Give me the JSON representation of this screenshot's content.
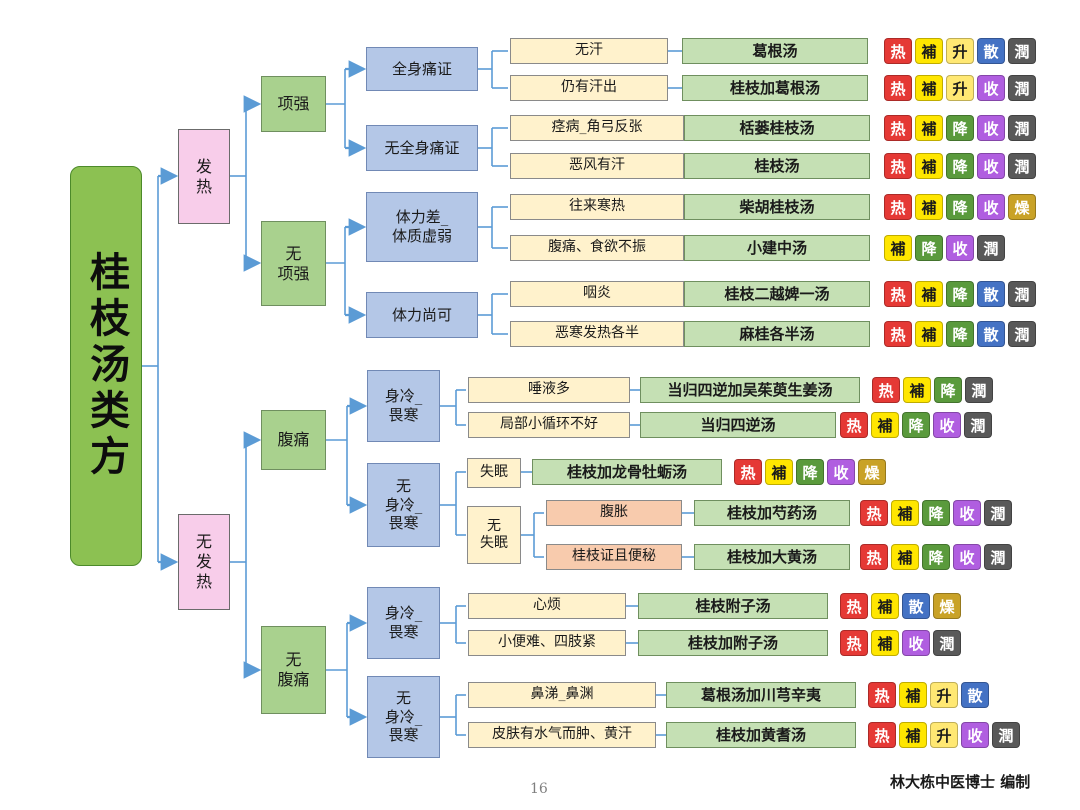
{
  "root": "桂枝汤类方",
  "level1": {
    "fever": "发\n热",
    "no_fever": "无\n发\n热"
  },
  "level2": {
    "neck_stiff": "项强",
    "no_neck_stiff": "无\n项强",
    "abd_pain": "腹痛",
    "no_abd_pain": "无\n腹痛"
  },
  "level3": {
    "whole_body_pain": "全身痛证",
    "no_whole_body_pain": "无全身痛证",
    "weak": "体力差_\n体质虚弱",
    "ok": "体力尚可",
    "cold1": "身冷_\n畏寒",
    "nocold1": "无\n身冷_\n畏寒",
    "cold2": "身冷_\n畏寒",
    "nocold2": "无\n身冷_\n畏寒"
  },
  "level4": {
    "insomnia": "失眠",
    "no_insomnia": "无\n失眠"
  },
  "rows": [
    {
      "cond": "无汗",
      "formula": "葛根汤",
      "tags": [
        "热",
        "補",
        "升",
        "散",
        "潤"
      ]
    },
    {
      "cond": "仍有汗出",
      "formula": "桂枝加葛根汤",
      "tags": [
        "热",
        "補",
        "升",
        "收",
        "潤"
      ]
    },
    {
      "cond": "痉病_角弓反张",
      "formula": "栝蒌桂枝汤",
      "tags": [
        "热",
        "補",
        "降",
        "收",
        "潤"
      ]
    },
    {
      "cond": "恶风有汗",
      "formula": "桂枝汤",
      "tags": [
        "热",
        "補",
        "降",
        "收",
        "潤"
      ]
    },
    {
      "cond": "往来寒热",
      "formula": "柴胡桂枝汤",
      "tags": [
        "热",
        "補",
        "降",
        "收",
        "燥"
      ]
    },
    {
      "cond": "腹痛、食欲不振",
      "formula": "小建中汤",
      "tags": [
        "補",
        "降",
        "收",
        "潤"
      ]
    },
    {
      "cond": "咽炎",
      "formula": "桂枝二越婢一汤",
      "tags": [
        "热",
        "補",
        "降",
        "散",
        "潤"
      ]
    },
    {
      "cond": "恶寒发热各半",
      "formula": "麻桂各半汤",
      "tags": [
        "热",
        "補",
        "降",
        "散",
        "潤"
      ]
    },
    {
      "cond": "唾液多",
      "formula": "当归四逆加吴茱萸生姜汤",
      "tags": [
        "热",
        "補",
        "降",
        "潤"
      ]
    },
    {
      "cond": "局部小循环不好",
      "formula": "当归四逆汤",
      "tags": [
        "热",
        "補",
        "降",
        "收",
        "潤"
      ]
    },
    {
      "cond": "",
      "formula": "桂枝加龙骨牡蛎汤",
      "tags": [
        "热",
        "補",
        "降",
        "收",
        "燥"
      ]
    },
    {
      "cond": "腹胀",
      "formula": "桂枝加芍药汤",
      "tags": [
        "热",
        "補",
        "降",
        "收",
        "潤"
      ]
    },
    {
      "cond": "桂枝证且便秘",
      "formula": "桂枝加大黄汤",
      "tags": [
        "热",
        "補",
        "降",
        "收",
        "潤"
      ]
    },
    {
      "cond": "心烦",
      "formula": "桂枝附子汤",
      "tags": [
        "热",
        "補",
        "散",
        "燥"
      ]
    },
    {
      "cond": "小便难、四肢紧",
      "formula": "桂枝加附子汤",
      "tags": [
        "热",
        "補",
        "收",
        "潤"
      ]
    },
    {
      "cond": "鼻涕_鼻渊",
      "formula": "葛根汤加川芎辛夷",
      "tags": [
        "热",
        "補",
        "升",
        "散"
      ]
    },
    {
      "cond": "皮肤有水气而肿、黄汗",
      "formula": "桂枝加黄耆汤",
      "tags": [
        "热",
        "補",
        "升",
        "收",
        "潤"
      ]
    }
  ],
  "tag_colors": {
    "热": {
      "bg": "#e53935",
      "fg": "#ffffff"
    },
    "補": {
      "bg": "#ffe600",
      "fg": "#1a1a1a"
    },
    "升": {
      "bg": "#ffe873",
      "fg": "#1a1a1a"
    },
    "散": {
      "bg": "#4472c4",
      "fg": "#ffffff"
    },
    "收": {
      "bg": "#b05ee0",
      "fg": "#ffffff"
    },
    "潤": {
      "bg": "#595959",
      "fg": "#ffffff"
    },
    "降": {
      "bg": "#5a9a3c",
      "fg": "#ffffff"
    },
    "燥": {
      "bg": "#c9a227",
      "fg": "#ffffff"
    }
  },
  "connector_color": "#5b9bd5",
  "page_number": "16",
  "author": "林大栋中医博士 编制"
}
